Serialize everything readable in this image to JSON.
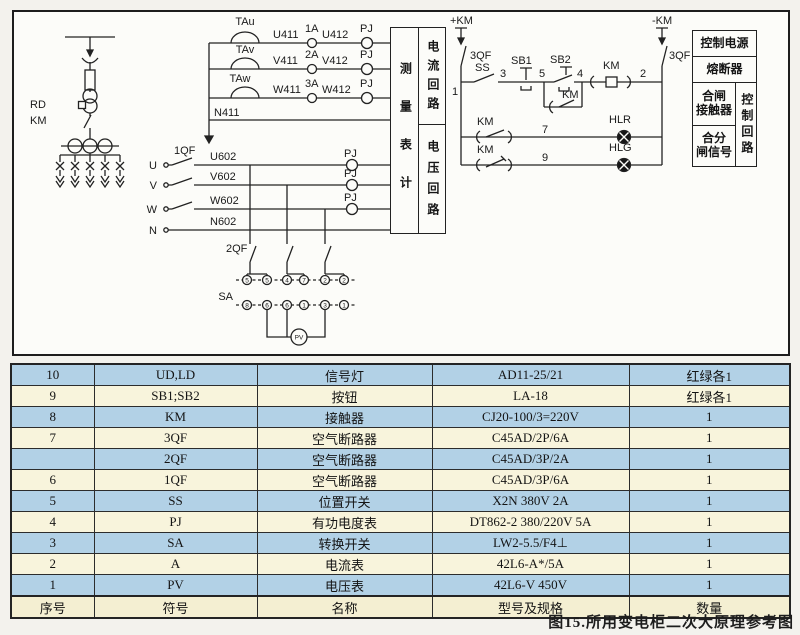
{
  "page": {
    "caption": "图15.所用变电柜二次大原理参考图"
  },
  "meter_box": {
    "measure": "测量表计",
    "current_loop": "电流回路",
    "voltage_loop": "电压回路"
  },
  "legend_right": {
    "control_power": "控制电源",
    "fuse": "熔断器",
    "closing_contactor_l1": "合闸",
    "closing_contactor_l2": "接触器",
    "switch_signal_l1": "合分",
    "switch_signal_l2": "闸信号",
    "control_loop": "控制回路"
  },
  "labels": {
    "rd": "RD",
    "km": "KM",
    "plus_km": "+KM",
    "minus_km": "-KM",
    "tau": "TAu",
    "tav": "TAv",
    "taw": "TAw",
    "u411": "U411",
    "v411": "V411",
    "w411": "W411",
    "n411": "N411",
    "a1": "1A",
    "a2": "2A",
    "a3": "3A",
    "u412": "U412",
    "v412": "V412",
    "w412": "W412",
    "pj": "PJ",
    "u": "U",
    "v": "V",
    "w": "W",
    "n": "N",
    "qf1": "1QF",
    "qf2": "2QF",
    "qf3": "3QF",
    "u602": "U602",
    "v602": "V602",
    "w602": "W602",
    "n602": "N602",
    "sa": "SA",
    "pv": "PV",
    "ss": "SS",
    "sb1": "SB1",
    "sb2": "SB2",
    "hlr": "HLR",
    "hlg": "HLG",
    "n1": "1",
    "n2": "2",
    "n3": "3",
    "n4": "4",
    "n5": "5",
    "n7": "7",
    "n9": "9"
  },
  "sa_contacts": {
    "row1": [
      "5",
      "5",
      "4",
      "7",
      "2",
      "2"
    ],
    "row2": [
      "8",
      "6",
      "6",
      "1",
      "3",
      "1"
    ]
  },
  "colors": {
    "row_blue": "#b2d1e6",
    "row_cream": "#f8f4dc",
    "line": "#222222"
  },
  "table": {
    "headers": [
      "序号",
      "符号",
      "名称",
      "型号及规格",
      "数量"
    ],
    "rows": [
      {
        "no": "10",
        "sym": "UD,LD",
        "name": "信号灯",
        "model": "AD11-25/21",
        "qty": "红绿各1"
      },
      {
        "no": "9",
        "sym": "SB1;SB2",
        "name": "按钮",
        "model": "LA-18",
        "qty": "红绿各1"
      },
      {
        "no": "8",
        "sym": "KM",
        "name": "接触器",
        "model": "CJ20-100/3=220V",
        "qty": "1"
      },
      {
        "no": "7",
        "sym": "3QF",
        "name": "空气断路器",
        "model": "C45AD/2P/6A",
        "qty": "1"
      },
      {
        "no": "",
        "sym": "2QF",
        "name": "空气断路器",
        "model": "C45AD/3P/2A",
        "qty": "1"
      },
      {
        "no": "6",
        "sym": "1QF",
        "name": "空气断路器",
        "model": "C45AD/3P/6A",
        "qty": "1"
      },
      {
        "no": "5",
        "sym": "SS",
        "name": "位置开关",
        "model": "X2N 380V 2A",
        "qty": "1"
      },
      {
        "no": "4",
        "sym": "PJ",
        "name": "有功电度表",
        "model": "DT862-2 380/220V 5A",
        "qty": "1"
      },
      {
        "no": "3",
        "sym": "SA",
        "name": "转换开关",
        "model": "LW2-5.5/F4⊥",
        "qty": "1"
      },
      {
        "no": "2",
        "sym": "A",
        "name": "电流表",
        "model": "42L6-A*/5A",
        "qty": "1"
      },
      {
        "no": "1",
        "sym": "PV",
        "name": "电压表",
        "model": "42L6-V 450V",
        "qty": "1"
      }
    ]
  }
}
